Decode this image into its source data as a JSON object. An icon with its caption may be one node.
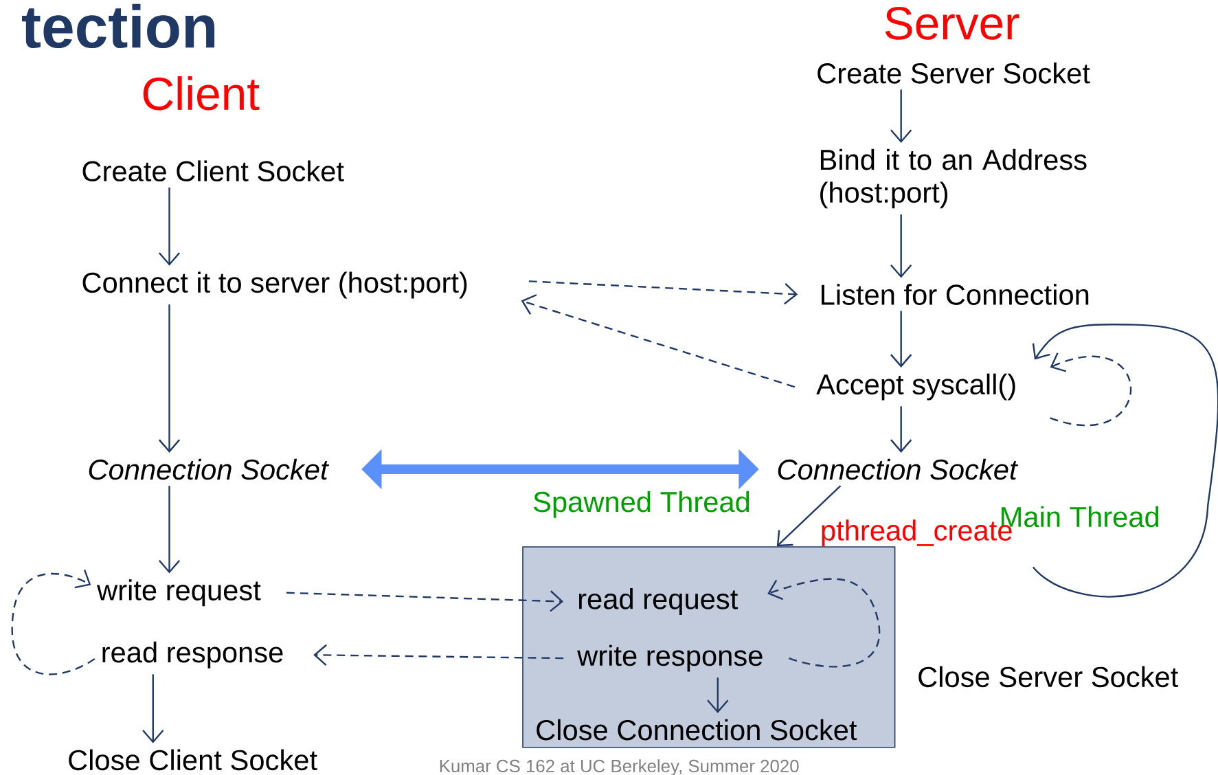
{
  "diagram": {
    "nodes": [
      {
        "text": [
          "Create Client Socket"
        ]
      },
      {
        "text": [
          "Connect it to server (host:port)"
        ]
      },
      {
        "text": [
          "Connection Socket"
        ]
      },
      {
        "text": [
          "write request"
        ]
      },
      {
        "text": [
          "read response"
        ]
      },
      {
        "text": [
          "Close Client Socket"
        ]
      },
      {
        "text": [
          "Create Server Socket"
        ]
      },
      {
        "text": [
          "Bind it to an Address (host:port)"
        ]
      },
      {
        "text": [
          "Listen for Connection"
        ]
      },
      {
        "text": [
          "Accept syscall()"
        ]
      },
      {
        "text": [
          "Connection Socket"
        ]
      },
      {
        "text": [
          "Spawned Thread"
        ]
      },
      {
        "text": [
          "read request"
        ],
        "in": 11
      },
      {
        "text": [
          "write response"
        ],
        "in": 11
      },
      {
        "text": [
          "Close Connection Socket"
        ],
        "in": 11
      },
      {
        "text": [
          "Close Server Socket"
        ]
      }
    ],
    "edges": [
      {
        "from": 0,
        "to": 1,
        "arrow": "to"
      },
      {
        "from": 1,
        "to": 2,
        "arrow": "to"
      },
      {
        "from": 2,
        "to": 3,
        "arrow": "to"
      },
      {
        "from": 4,
        "to": 5,
        "arrow": "to"
      },
      {
        "from": 1,
        "to": 8,
        "arrow": "to",
        "style": "dashed"
      },
      {
        "from": 9,
        "to": 1,
        "arrow": "to",
        "style": "dashed"
      },
      {
        "from": 6,
        "to": 7,
        "arrow": "to"
      },
      {
        "from": 7,
        "to": 8,
        "arrow": "to"
      },
      {
        "from": 8,
        "to": 9,
        "arrow": "to"
      },
      {
        "from": 9,
        "to": 10,
        "arrow": "to"
      },
      {
        "from": 2,
        "to": 10,
        "arrow": "both",
        "style": "thick",
        "color": "#5b8ff9"
      },
      {
        "from": 10,
        "to": 11,
        "arrow": "to"
      },
      {
        "from": 3,
        "to": 12,
        "arrow": "to",
        "style": "dashed"
      },
      {
        "from": 13,
        "to": 4,
        "arrow": "to",
        "style": "dashed"
      },
      {
        "from": 4,
        "to": 3,
        "arrow": "to",
        "style": "dashed"
      },
      {
        "from": 13,
        "to": 12,
        "arrow": "to",
        "style": "dashed"
      },
      {
        "from": 13,
        "to": 14,
        "arrow": "to"
      },
      {
        "from": 9,
        "to": 9,
        "arrow": "to",
        "style": "dashed"
      },
      {
        "from": null,
        "to": 9,
        "arrow": "to"
      }
    ],
    "labels": [
      "tection",
      "Server",
      "Client",
      "Main Thread",
      "pthread_create",
      "Kumar CS 162 at UC Berkeley, Summer 2020"
    ]
  }
}
